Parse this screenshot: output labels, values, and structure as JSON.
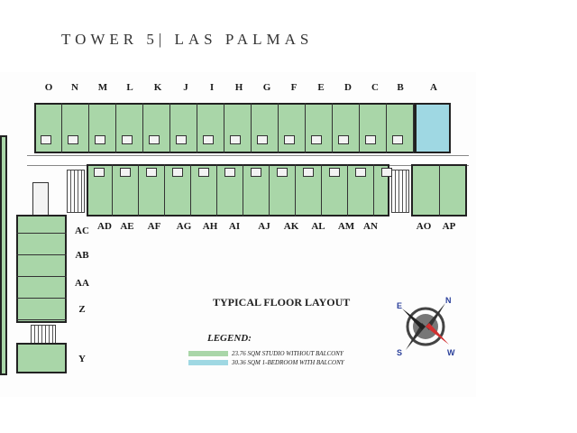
{
  "title": "TOWER 5| LAS PALMAS",
  "top_labels": [
    "O",
    "N",
    "M",
    "L",
    "K",
    "J",
    "I",
    "H",
    "G",
    "F",
    "E",
    "D",
    "C",
    "B",
    "A"
  ],
  "mid_labels": [
    "AD",
    "AE",
    "AF",
    "AG",
    "AH",
    "AI",
    "AJ",
    "AK",
    "AL",
    "AM",
    "AN",
    "AO",
    "AP"
  ],
  "side_labels": [
    "AC",
    "AB",
    "AA",
    "Z",
    "Y"
  ],
  "plan_title": "TYPICAL FLOOR LAYOUT",
  "legend": {
    "title": "LEGEND:",
    "items": [
      {
        "color": "#a9d6a8",
        "text": "23.76 SQM STUDIO WITHOUT BALCONY"
      },
      {
        "color": "#9fd8e3",
        "text": "30.36 SQM 1-BEDROOM WITH BALCONY"
      }
    ]
  },
  "compass": {
    "letters": [
      "N",
      "E",
      "S",
      "W"
    ]
  }
}
